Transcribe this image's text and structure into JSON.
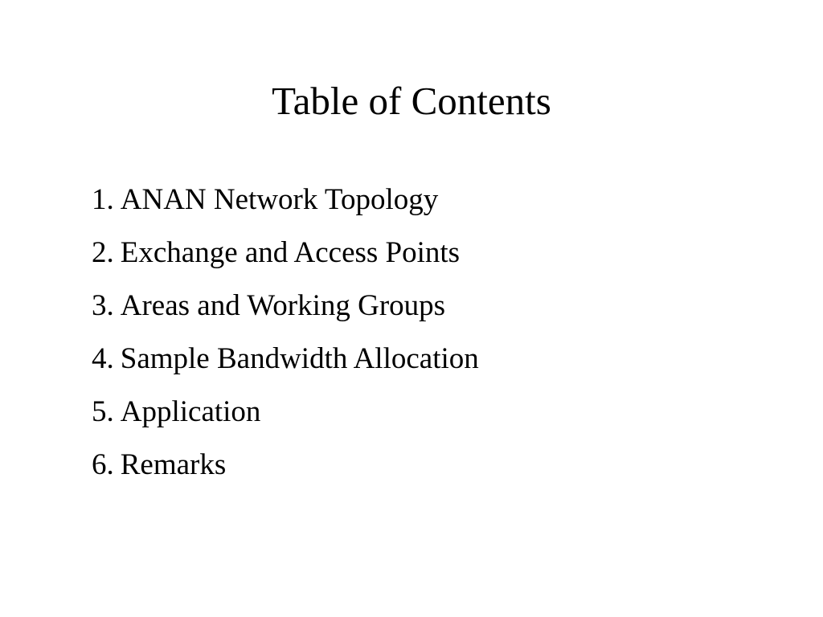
{
  "slide": {
    "title": "Table of Contents",
    "items": [
      {
        "number": "1.",
        "label": "ANAN Network Topology"
      },
      {
        "number": "2.",
        "label": "Exchange and Access Points"
      },
      {
        "number": "3.",
        "label": "Areas and Working Groups"
      },
      {
        "number": "4.",
        "label": "Sample Bandwidth Allocation"
      },
      {
        "number": "5.",
        "label": "Application"
      },
      {
        "number": "6.",
        "label": "Remarks"
      }
    ]
  }
}
